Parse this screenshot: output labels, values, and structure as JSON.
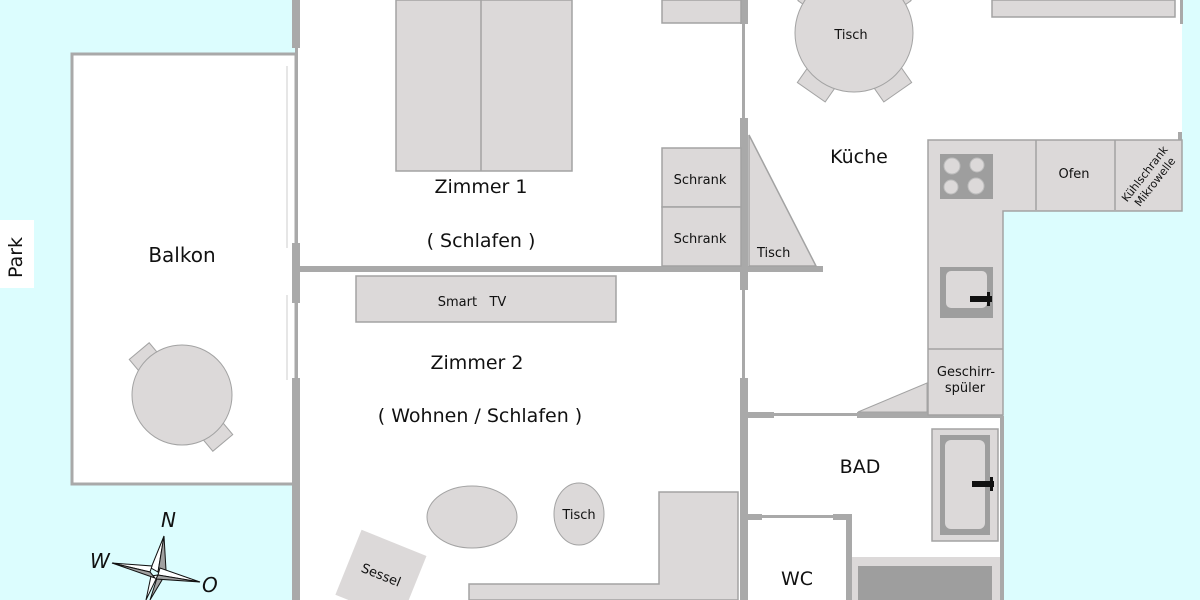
{
  "plan": {
    "colors": {
      "outside": "#dcfdfe",
      "floor": "#ffffff",
      "wall": "#a9a9a9",
      "furniture": "#dcd9d9",
      "furniture_stroke": "#a3a3a3",
      "appliance_dark": "#9e9e9e",
      "text": "#111111"
    },
    "outside": {
      "park_label": "Park"
    },
    "rooms": {
      "balkon": {
        "label": "Balkon"
      },
      "zimmer1": {
        "label": "Zimmer 1",
        "sublabel": "( Schlafen )"
      },
      "zimmer2": {
        "label": "Zimmer 2",
        "sublabel": "( Wohnen / Schlafen )"
      },
      "kueche": {
        "label": "Küche"
      },
      "bad": {
        "label": "BAD"
      },
      "wc": {
        "label": "WC"
      }
    },
    "furniture": {
      "schrank_top": "Schrank",
      "schrank_bottom": "Schrank",
      "flur_tisch": "Tisch",
      "kueche_tisch": "Tisch",
      "smart_tv": "Smart   TV",
      "wohn_tisch": "Tisch",
      "sessel": "Sessel",
      "ofen": "Ofen",
      "kuehlschrank_line1": "Kühlschrank",
      "kuehlschrank_line2": "Mikrowelle",
      "geschirr_line1": "Geschirr-",
      "geschirr_line2": "spüler"
    },
    "compass": {
      "north": "N",
      "west": "W",
      "east": "O"
    }
  }
}
